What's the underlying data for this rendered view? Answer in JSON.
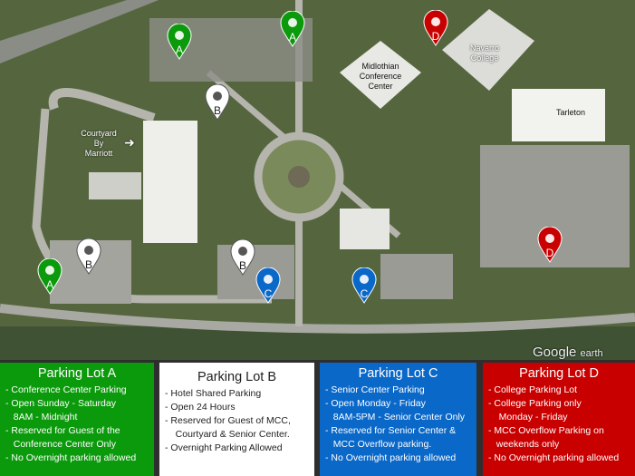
{
  "map": {
    "labels": {
      "courtyard": "Courtyard\nBy\nMarriott",
      "conference": "Midlothian\nConference\nCenter",
      "navarro": "Navarro\nCollege",
      "tarleton": "Tarleton"
    },
    "watermark": {
      "google": "Google",
      "earth": "earth"
    },
    "markers": [
      {
        "letter": "A",
        "color": "#0b9a0b"
      },
      {
        "letter": "A",
        "color": "#0b9a0b"
      },
      {
        "letter": "A",
        "color": "#0b9a0b"
      },
      {
        "letter": "B",
        "color": "#ffffff"
      },
      {
        "letter": "B",
        "color": "#ffffff"
      },
      {
        "letter": "B",
        "color": "#ffffff"
      },
      {
        "letter": "C",
        "color": "#0a68c9"
      },
      {
        "letter": "C",
        "color": "#0a68c9"
      },
      {
        "letter": "D",
        "color": "#c90000"
      },
      {
        "letter": "D",
        "color": "#c90000"
      }
    ]
  },
  "lots": {
    "a": {
      "title": "Parking Lot A",
      "items": [
        "- Conference Center Parking",
        "- Open Sunday - Saturday",
        "   8AM - Midnight",
        "- Reserved for Guest of the",
        "   Conference Center Only",
        "- No Overnight parking allowed"
      ]
    },
    "b": {
      "title": "Parking Lot B",
      "items": [
        "- Hotel Shared Parking",
        "- Open 24 Hours",
        "- Reserved for Guest of MCC,",
        "    Courtyard & Senior Center.",
        "- Overnight Parking Allowed"
      ]
    },
    "c": {
      "title": "Parking Lot C",
      "items": [
        "- Senior Center Parking",
        "- Open Monday - Friday",
        "   8AM-5PM - Senior Center Only",
        "- Reserved for Senior Center &",
        "   MCC Overflow parking.",
        "- No Overnight parking allowed"
      ]
    },
    "d": {
      "title": "Parking Lot D",
      "items": [
        "- College Parking Lot",
        "- College Parking only",
        "    Monday - Friday",
        "- MCC Overflow Parking on",
        "   weekends only",
        "- No Overnight parking allowed"
      ]
    }
  }
}
